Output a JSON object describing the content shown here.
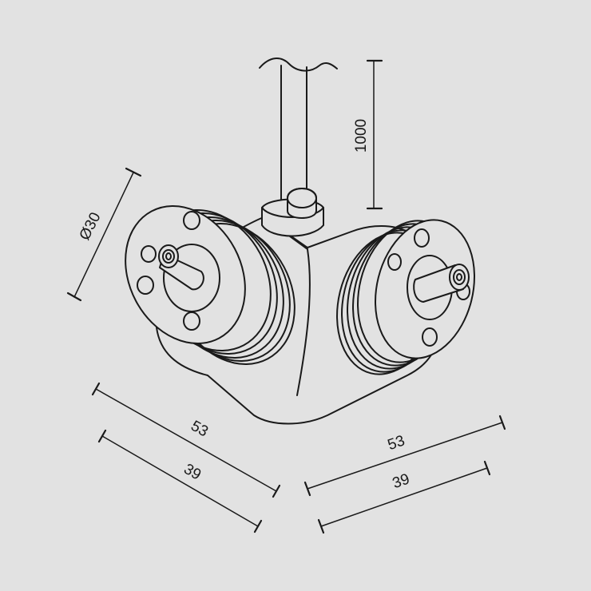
{
  "colors": {
    "background": "#e2e2e2",
    "line": "#1a1a1a"
  },
  "dimensions": {
    "cable_length": "1000",
    "diameter": "Ø30",
    "left_outer": "53",
    "left_inner": "39",
    "right_outer": "53",
    "right_inner": "39"
  }
}
